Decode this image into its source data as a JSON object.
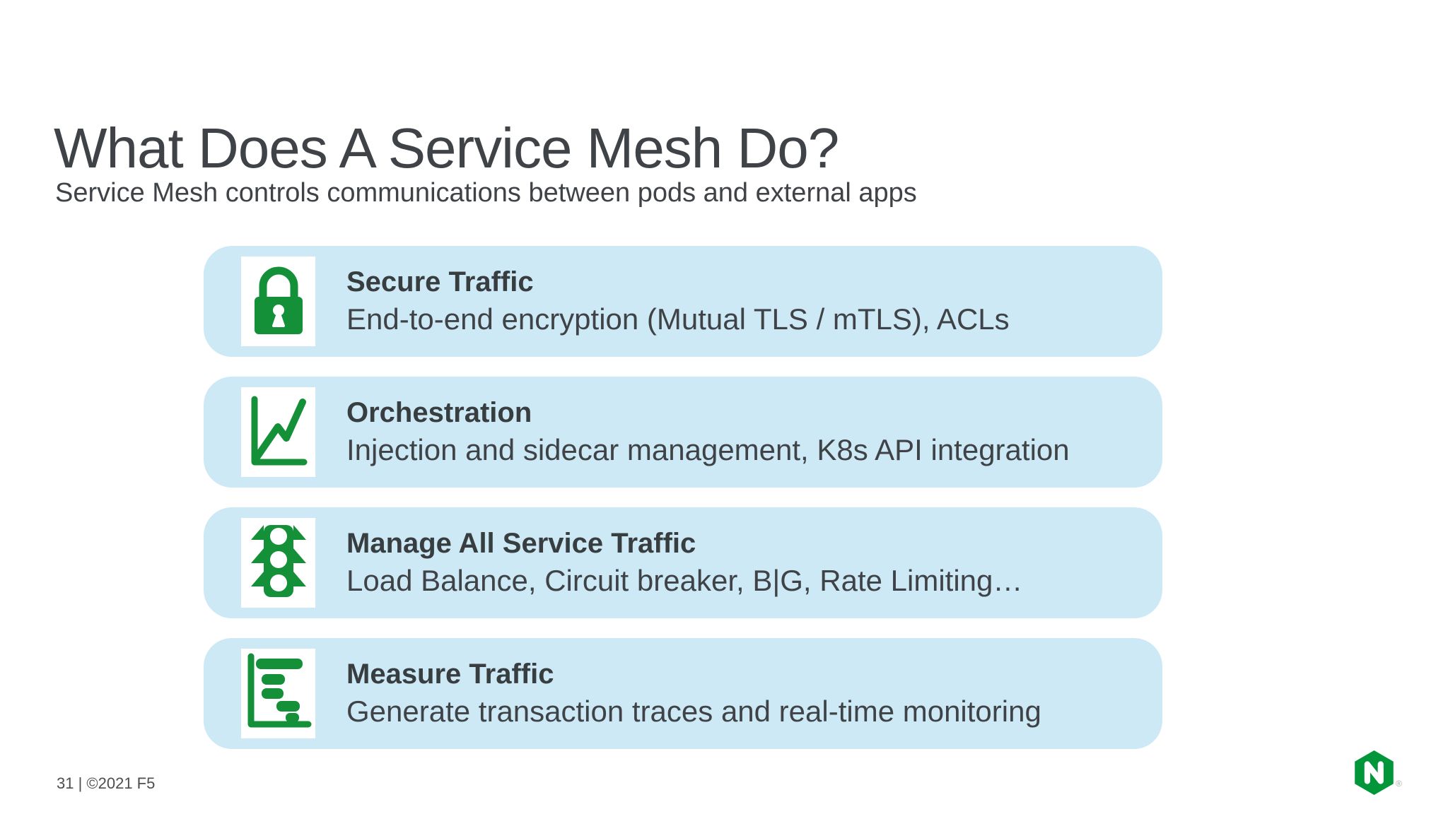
{
  "slide": {
    "title": "What Does A Service Mesh Do?",
    "subtitle": "Service Mesh controls communications between pods and external apps",
    "cards": [
      {
        "icon": "lock-icon",
        "title": "Secure Traffic",
        "description": "End-to-end encryption (Mutual TLS / mTLS), ACLs"
      },
      {
        "icon": "line-chart-icon",
        "title": "Orchestration",
        "description": "Injection and sidecar management, K8s API integration"
      },
      {
        "icon": "traffic-light-icon",
        "title": "Manage All Service Traffic",
        "description": "Load Balance, Circuit breaker, B|G, Rate Limiting…"
      },
      {
        "icon": "waterfall-chart-icon",
        "title": "Measure Traffic",
        "description": "Generate transaction traces and real-time monitoring"
      }
    ],
    "footer": {
      "text": "31 | ©2021 F5",
      "page_number": "31",
      "copyright": "©2021 F5"
    },
    "logo": {
      "name": "nginx-logo",
      "letter": "N",
      "registered_mark": "®"
    },
    "colors": {
      "card_background": "#cde9f5",
      "icon_green": "#149039",
      "logo_green": "#009639",
      "text_dark": "#3f4347"
    }
  }
}
